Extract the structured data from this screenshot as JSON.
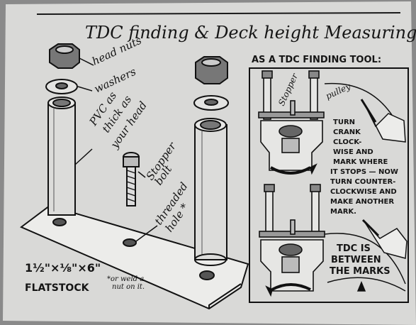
{
  "title": "TDC finding & Deck height Measuring Tool",
  "parts": {
    "head_nuts": "head nuts",
    "washers": "washers",
    "pvc": [
      "PVC as",
      "thick as",
      "your head"
    ],
    "stopper_bolt": [
      "Stopper",
      "bolt"
    ],
    "threaded_hole": [
      "threaded",
      "hole *"
    ],
    "size": "1½\"×⅛\"×6\"",
    "material": "FLATSTOCK",
    "footnote": [
      "*or weld a",
      "nut on it."
    ]
  },
  "panel": {
    "heading": "AS A TDC FINDING TOOL:",
    "stopper_label": "Stopper",
    "pulley_label": "pulley",
    "instructions": [
      "TURN",
      "CRANK",
      "CLOCK-",
      "WISE AND",
      "MARK WHERE",
      "IT STOPS — NOW",
      "TURN COUNTER-",
      "CLOCKWISE AND",
      "MAKE ANOTHER",
      "MARK."
    ],
    "result": [
      "TDC IS",
      "BETWEEN",
      "THE MARKS"
    ]
  }
}
